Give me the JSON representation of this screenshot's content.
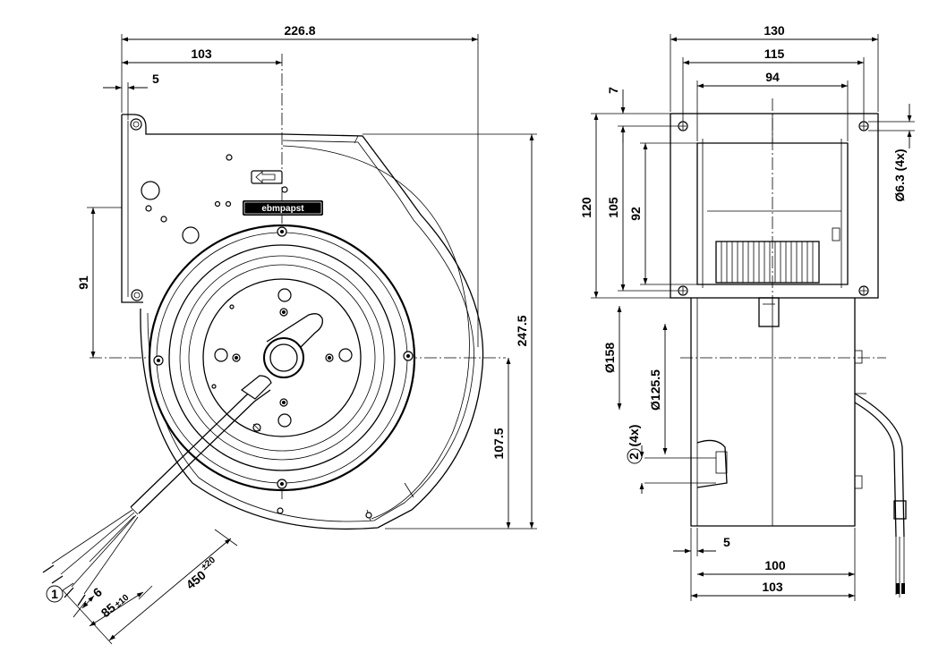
{
  "front_view": {
    "dimensions": {
      "overall_width": "226.8",
      "center_offset": "103",
      "flange_offset": "5",
      "mount_height": "91",
      "overall_height": "247.5",
      "lower_height": "107.5",
      "cable_length": "450",
      "cable_length_tol": "±20",
      "strip_length": "85",
      "strip_length_tol": "±10",
      "wire_end": "6"
    },
    "brand_label": "ebmpapst",
    "callout_cable": "1"
  },
  "side_view": {
    "dimensions": {
      "overall_width": "130",
      "flange_width": "115",
      "housing_width": "94",
      "flange_offset_top": "7",
      "flange_height": "120",
      "hole_pitch": "105",
      "inlet_height": "92",
      "hole_diameter": "Ø6.3 (4x)",
      "housing_diameter": "Ø158",
      "bolt_circle": "Ø125.5",
      "callout_2_count": "(4x)",
      "flange_thickness": "5",
      "depth_inner": "100",
      "depth_outer": "103"
    },
    "callout_mounting": "2"
  },
  "colors": {
    "line": "#000000",
    "background": "#ffffff"
  }
}
